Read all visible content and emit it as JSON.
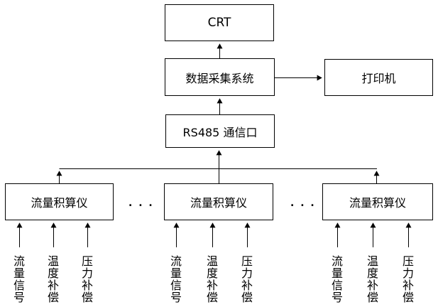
{
  "diagram": {
    "nodes": {
      "crt": "CRT",
      "daq": "数据采集系统",
      "printer": "打印机",
      "rs485": "RS485 通信口"
    },
    "totalizers": [
      "流量积算仪",
      "流量积算仪",
      "流量积算仪"
    ],
    "ellipsis": ". . .",
    "input_groups": [
      [
        "流量信号",
        "温度补偿",
        "压力补偿"
      ],
      [
        "流量信号",
        "温度补偿",
        "压力补偿"
      ],
      [
        "流量信号",
        "温度补偿",
        "压力补偿"
      ]
    ],
    "colors": {
      "line": "#000000",
      "background": "#ffffff",
      "text": "#000000"
    }
  }
}
